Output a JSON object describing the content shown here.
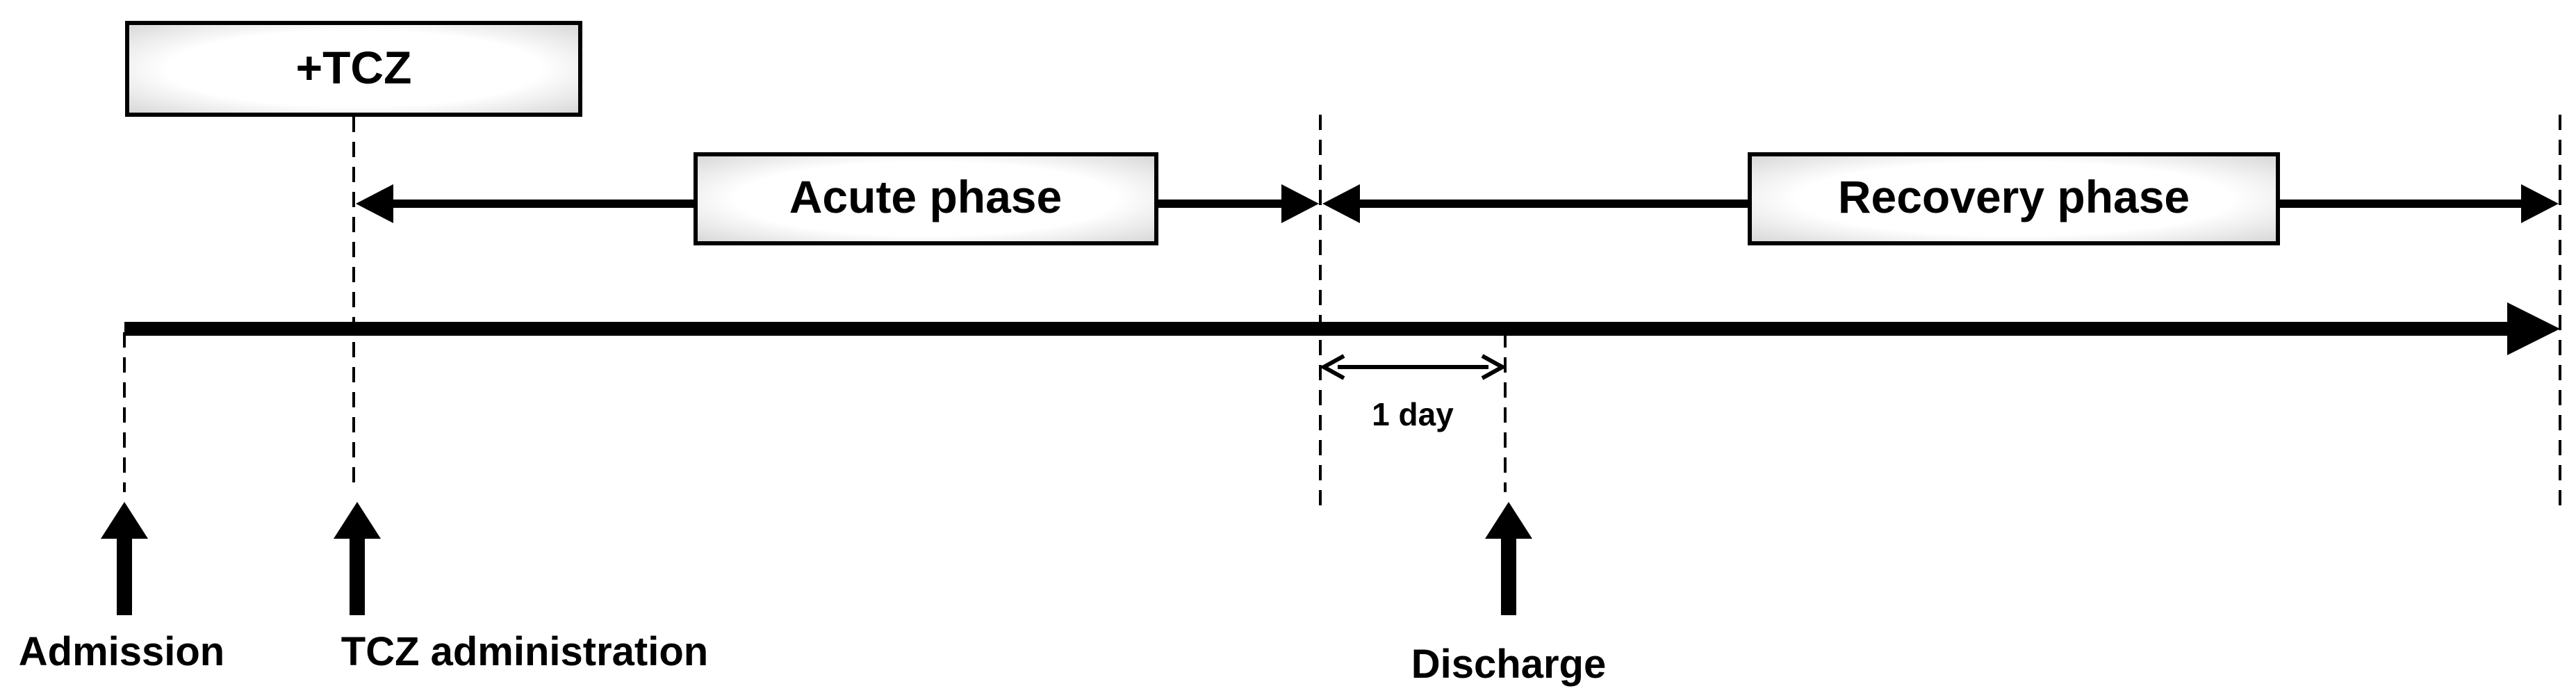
{
  "tcz_box": {
    "label": "+TCZ"
  },
  "phases": {
    "acute": {
      "label": "Acute phase"
    },
    "recovery": {
      "label": "Recovery phase"
    }
  },
  "interval": {
    "label": "1 day"
  },
  "events": {
    "admission": {
      "label": "Admission"
    },
    "tcz_administration": {
      "label": "TCZ administration"
    },
    "discharge": {
      "label": "Discharge"
    }
  },
  "colors": {
    "ink": "#000000",
    "box_fill_center": "#ffffff",
    "box_fill_edge": "#d9d9d9"
  }
}
